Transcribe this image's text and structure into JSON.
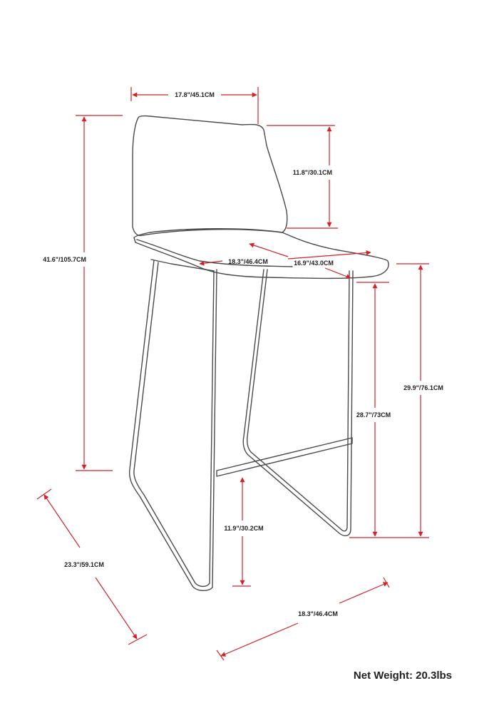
{
  "colors": {
    "dimension": "#d2232a",
    "outline": "#4a4a4a",
    "text": "#222222"
  },
  "dimensions": {
    "top_width": "17.8\"/45.1CM",
    "back_height": "11.8\"/30.1CM",
    "overall_height": "41.6\"/105.7CM",
    "seat_width": "18.3\"/46.4CM",
    "seat_depth": "16.9\"/43.0CM",
    "seat_height": "29.9\"/76.1CM",
    "footrest_to_seat": "28.7\"/73CM",
    "footrest_height": "11.9\"/30.2CM",
    "base_depth": "23.3\"/59.1CM",
    "base_width": "18.3\"/46.4CM"
  },
  "net_weight": "Net Weight: 20.3lbs"
}
